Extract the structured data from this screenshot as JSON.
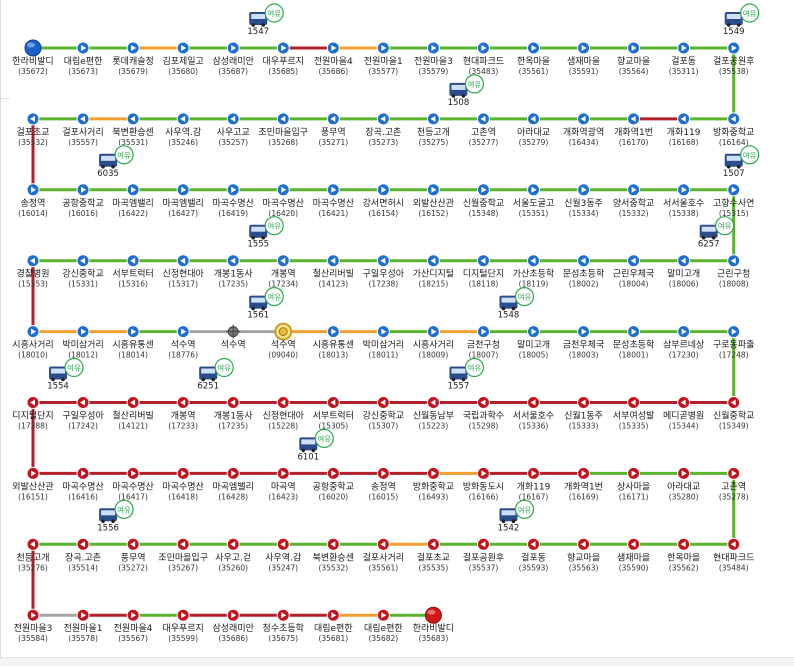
{
  "colors": {
    "green": "#5ab42d",
    "orange": "#f2a02f",
    "red": "#b2202b",
    "gray": "#a5a5a5",
    "blue_node": "#1f6fd1",
    "red_node": "#c2121d",
    "bus": "#2b4d8c",
    "spare": "#2aa84a"
  },
  "route_rows": [
    {
      "dir": "e",
      "nodes": [
        {
          "name": "한라비발디",
          "id": "(35672)",
          "style": "start"
        },
        {
          "name": "대림e편한",
          "id": "(35673)"
        },
        {
          "name": "롯데캐슬정",
          "id": "(35679)"
        },
        {
          "name": "김포제일고",
          "id": "(35680)"
        },
        {
          "name": "삼성래미안",
          "id": "(35687)"
        },
        {
          "name": "대우푸르지",
          "id": "(35685)"
        },
        {
          "name": "전원마을4",
          "id": "(35686)"
        },
        {
          "name": "전원마을1",
          "id": "(35577)"
        },
        {
          "name": "전원마을3",
          "id": "(35579)"
        },
        {
          "name": "현대파크드",
          "id": "(35483)"
        },
        {
          "name": "한옥마을",
          "id": "(35561)"
        },
        {
          "name": "샘재마을",
          "id": "(35591)"
        },
        {
          "name": "향교마을",
          "id": "(35564)"
        },
        {
          "name": "걸포동",
          "id": "(35311)"
        },
        {
          "name": "걸포공원후",
          "id": "(35538)"
        }
      ],
      "segs": [
        "green",
        "green",
        "orange",
        "green",
        "green",
        "red",
        "orange",
        "green",
        "green",
        "green",
        "green",
        "green",
        "green",
        "green"
      ]
    },
    {
      "dir": "w",
      "nodes": [
        {
          "name": "방화중학교",
          "id": "(16164)"
        },
        {
          "name": "개화119",
          "id": "(16168)"
        },
        {
          "name": "개화역1번",
          "id": "(16170)"
        },
        {
          "name": "개화역광역",
          "id": "(16434)"
        },
        {
          "name": "아라대교",
          "id": "(35279)"
        },
        {
          "name": "고촌역",
          "id": "(35277)"
        },
        {
          "name": "천등고개",
          "id": "(35275)"
        },
        {
          "name": "장곡.고촌",
          "id": "(35273)"
        },
        {
          "name": "풍무역",
          "id": "(35271)"
        },
        {
          "name": "조민마을입구",
          "id": "(35268)"
        },
        {
          "name": "사우고교",
          "id": "(35257)"
        },
        {
          "name": "사우역.감",
          "id": "(35246)"
        },
        {
          "name": "북변환승센",
          "id": "(35531)"
        },
        {
          "name": "걸포사거리",
          "id": "(35557)"
        },
        {
          "name": "걸포초교",
          "id": "(35532)"
        }
      ],
      "segs": [
        "green",
        "red",
        "green",
        "green",
        "green",
        "green",
        "green",
        "green",
        "green",
        "green",
        "green",
        "green",
        "orange",
        "green"
      ]
    },
    {
      "dir": "e",
      "nodes": [
        {
          "name": "송정역",
          "id": "(16014)"
        },
        {
          "name": "공항중학교",
          "id": "(16016)"
        },
        {
          "name": "마곡엠밸리",
          "id": "(16422)"
        },
        {
          "name": "마곡엠밸리",
          "id": "(16427)"
        },
        {
          "name": "마곡수명산",
          "id": "(16419)"
        },
        {
          "name": "마곡수명산",
          "id": "(16420)"
        },
        {
          "name": "마곡수명산",
          "id": "(16421)"
        },
        {
          "name": "강서면허시",
          "id": "(16154)"
        },
        {
          "name": "외발산산관",
          "id": "(16152)"
        },
        {
          "name": "신월중학교",
          "id": "(15348)"
        },
        {
          "name": "서울도굴고",
          "id": "(15351)"
        },
        {
          "name": "신월3동주",
          "id": "(15334)"
        },
        {
          "name": "양서중학교",
          "id": "(15332)"
        },
        {
          "name": "서서울호수",
          "id": "(15338)"
        },
        {
          "name": "고향수사연",
          "id": "(15315)"
        }
      ],
      "segs": [
        "green",
        "green",
        "green",
        "green",
        "green",
        "green",
        "green",
        "green",
        "green",
        "green",
        "green",
        "green",
        "green",
        "green"
      ]
    },
    {
      "dir": "w",
      "nodes": [
        {
          "name": "근린구청",
          "id": "(18008)"
        },
        {
          "name": "말미고개",
          "id": "(18006)"
        },
        {
          "name": "근린우체국",
          "id": "(18004)"
        },
        {
          "name": "문성초등학",
          "id": "(18002)"
        },
        {
          "name": "가산초등학",
          "id": "(18119)"
        },
        {
          "name": "디지털단지",
          "id": "(18118)"
        },
        {
          "name": "가산디지털",
          "id": "(18215)"
        },
        {
          "name": "구일우성아",
          "id": "(17238)"
        },
        {
          "name": "철산리버빌",
          "id": "(14123)"
        },
        {
          "name": "개봉역",
          "id": "(17234)"
        },
        {
          "name": "개봉1동사",
          "id": "(17235)"
        },
        {
          "name": "신정현대아",
          "id": "(15317)"
        },
        {
          "name": "서부트럭터",
          "id": "(15316)"
        },
        {
          "name": "강신중학교",
          "id": "(15331)"
        },
        {
          "name": "경찰병원",
          "id": "(15353)"
        }
      ],
      "segs": [
        "green",
        "green",
        "green",
        "green",
        "green",
        "green",
        "green",
        "green",
        "green",
        "green",
        "green",
        "green",
        "green",
        "green"
      ]
    },
    {
      "dir": "e",
      "nodes": [
        {
          "name": "시흥사거리",
          "id": "(18010)"
        },
        {
          "name": "박미삼거리",
          "id": "(18012)"
        },
        {
          "name": "시흥유통센",
          "id": "(18014)"
        },
        {
          "name": "석수역",
          "id": "(18776)"
        },
        {
          "name": "석수역",
          "id": "",
          "style": "plain"
        },
        {
          "name": "석수역",
          "id": "(09040)",
          "style": "turn"
        },
        {
          "name": "시흥유통센",
          "id": "(18013)"
        },
        {
          "name": "박미삼거리",
          "id": "(18011)"
        },
        {
          "name": "시흥사거리",
          "id": "(18009)"
        },
        {
          "name": "금천구청",
          "id": "(18007)"
        },
        {
          "name": "말미고개",
          "id": "(18005)"
        },
        {
          "name": "금천우체국",
          "id": "(18003)"
        },
        {
          "name": "문성초등학",
          "id": "(18001)"
        },
        {
          "name": "삼부르네상",
          "id": "(17230)"
        },
        {
          "name": "구로동파출",
          "id": "(17248)"
        }
      ],
      "segs": [
        "orange",
        "orange",
        "green",
        "gray",
        "gray",
        "orange",
        "orange",
        "green",
        "orange",
        "green",
        "green",
        "green",
        "green",
        "green"
      ]
    },
    {
      "dir": "w",
      "nodes": [
        {
          "name": "신월중학교",
          "id": "(15349)"
        },
        {
          "name": "메디곧병원",
          "id": "(15344)"
        },
        {
          "name": "서부여성발",
          "id": "(15335)"
        },
        {
          "name": "신월1동주",
          "id": "(15333)"
        },
        {
          "name": "서서울호수",
          "id": "(15336)"
        },
        {
          "name": "국립과학수",
          "id": "(15298)"
        },
        {
          "name": "신월동남부",
          "id": "(15223)"
        },
        {
          "name": "강신중학교",
          "id": "(15307)"
        },
        {
          "name": "서부트럭터",
          "id": "(15305)"
        },
        {
          "name": "신정현대아",
          "id": "(15228)"
        },
        {
          "name": "개봉1동사",
          "id": "(17235)"
        },
        {
          "name": "개봉역",
          "id": "(17233)"
        },
        {
          "name": "철산리버빌",
          "id": "(14121)"
        },
        {
          "name": "구일우성아",
          "id": "(17242)"
        },
        {
          "name": "디지털단지",
          "id": "(17388)"
        }
      ],
      "segs": [
        "red",
        "red",
        "red",
        "red",
        "red",
        "red",
        "red",
        "red",
        "red",
        "red",
        "red",
        "red",
        "red",
        "red"
      ]
    },
    {
      "dir": "e",
      "nodes": [
        {
          "name": "외발산산관",
          "id": "(16151)"
        },
        {
          "name": "마곡수명산",
          "id": "(16416)"
        },
        {
          "name": "마곡수명산",
          "id": "(16417)"
        },
        {
          "name": "마곡수명산",
          "id": "(16418)"
        },
        {
          "name": "마곡엠밸리",
          "id": "(16428)"
        },
        {
          "name": "마곡역",
          "id": "(16423)"
        },
        {
          "name": "공항중학교",
          "id": "(16020)"
        },
        {
          "name": "송정역",
          "id": "(16015)"
        },
        {
          "name": "방화중학교",
          "id": "(16493)"
        },
        {
          "name": "방화동도시",
          "id": "(16166)"
        },
        {
          "name": "개화119",
          "id": "(16167)"
        },
        {
          "name": "개화역1번",
          "id": "(16169)"
        },
        {
          "name": "상사마을",
          "id": "(16171)"
        },
        {
          "name": "아라대교",
          "id": "(35280)"
        },
        {
          "name": "고촌역",
          "id": "(35278)"
        }
      ],
      "segs": [
        "red",
        "red",
        "red",
        "red",
        "red",
        "red",
        "red",
        "red",
        "orange",
        "red",
        "red",
        "green",
        "green",
        "green"
      ]
    },
    {
      "dir": "w",
      "nodes": [
        {
          "name": "현대파크드",
          "id": "(35484)"
        },
        {
          "name": "한옥마을",
          "id": "(35562)"
        },
        {
          "name": "샘재마을",
          "id": "(35590)"
        },
        {
          "name": "향교마을",
          "id": "(35563)"
        },
        {
          "name": "걸포동",
          "id": "(35593)"
        },
        {
          "name": "걸포공원후",
          "id": "(35537)"
        },
        {
          "name": "걸포초교",
          "id": "(35535)"
        },
        {
          "name": "걸포사거리",
          "id": "(35561)"
        },
        {
          "name": "북변환승센",
          "id": "(35532)"
        },
        {
          "name": "사우역.감",
          "id": "(35247)"
        },
        {
          "name": "사우고.걷",
          "id": "(35260)"
        },
        {
          "name": "조민마을입구",
          "id": "(35267)"
        },
        {
          "name": "풍무역",
          "id": "(35272)"
        },
        {
          "name": "장곡.고촌",
          "id": "(35514)"
        },
        {
          "name": "천등고개",
          "id": "(35276)"
        }
      ],
      "segs": [
        "green",
        "green",
        "green",
        "green",
        "green",
        "green",
        "orange",
        "green",
        "green",
        "green",
        "green",
        "green",
        "green",
        "green"
      ]
    },
    {
      "dir": "e",
      "nodes": [
        {
          "name": "전원마을3",
          "id": "(35584)"
        },
        {
          "name": "전원마을1",
          "id": "(35578)"
        },
        {
          "name": "전원마을4",
          "id": "(35567)"
        },
        {
          "name": "대우푸르지",
          "id": "(35599)"
        },
        {
          "name": "삼성래미안",
          "id": "(35686)"
        },
        {
          "name": "청수초등학",
          "id": "(35675)"
        },
        {
          "name": "대림e편한",
          "id": "(35681)"
        },
        {
          "name": "대림e편한",
          "id": "(35682)"
        },
        {
          "name": "한라비발디",
          "id": "(35683)",
          "style": "end"
        }
      ],
      "segs": [
        "gray",
        "red",
        "green",
        "red",
        "red",
        "red",
        "orange",
        "green"
      ]
    }
  ],
  "connectors": [
    "green",
    "red",
    "green",
    "red",
    "green",
    "red",
    "green",
    "red"
  ],
  "buses": [
    {
      "row": 0,
      "after": 4,
      "number": "1547",
      "label": "여유"
    },
    {
      "row": 0,
      "after": 14,
      "number": "1549",
      "label": "여유"
    },
    {
      "row": 1,
      "after": 5,
      "number": "1508",
      "label": "여유"
    },
    {
      "row": 2,
      "after": 1,
      "number": "6035",
      "label": "여유"
    },
    {
      "row": 2,
      "after": 14,
      "number": "1507",
      "label": "여유"
    },
    {
      "row": 3,
      "after": 0,
      "number": "6257",
      "label": "여유"
    },
    {
      "row": 3,
      "after": 9,
      "number": "1555",
      "label": "여유"
    },
    {
      "row": 4,
      "after": 4,
      "number": "1561",
      "label": "여유"
    },
    {
      "row": 4,
      "after": 9,
      "number": "1548",
      "label": "여유"
    },
    {
      "row": 5,
      "after": 5,
      "number": "1557",
      "label": "여유"
    },
    {
      "row": 5,
      "after": 10,
      "number": "6251",
      "label": "여유"
    },
    {
      "row": 5,
      "after": 13,
      "number": "1554",
      "label": "여유"
    },
    {
      "row": 6,
      "after": 5,
      "number": "6101",
      "label": "여유"
    },
    {
      "row": 7,
      "after": 4,
      "number": "1542",
      "label": "여유"
    },
    {
      "row": 7,
      "after": 12,
      "number": "1556",
      "label": "여유"
    }
  ]
}
